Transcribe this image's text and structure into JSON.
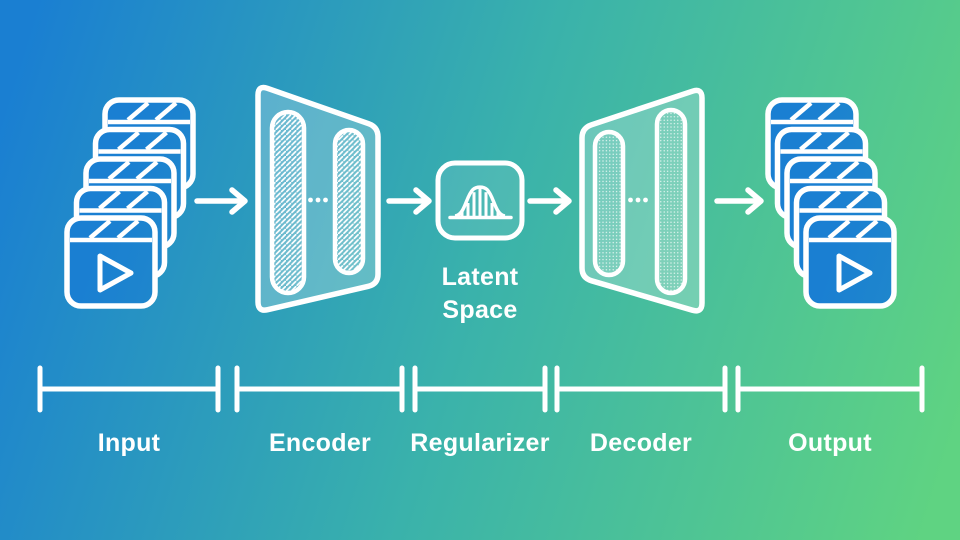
{
  "diagram": {
    "type": "autoencoder-flow-diagram",
    "stages": [
      {
        "id": "input",
        "icon": "video-clapperboard-stack-icon"
      },
      {
        "id": "encoder",
        "icon": "encoder-trapezoid-icon"
      },
      {
        "id": "latent-space",
        "icon": "gaussian-distribution-icon",
        "label_lines": [
          "Latent",
          "Space"
        ]
      },
      {
        "id": "decoder",
        "icon": "decoder-trapezoid-icon"
      },
      {
        "id": "output",
        "icon": "video-clapperboard-stack-icon"
      }
    ],
    "arrows": [
      {
        "from": "input",
        "to": "encoder"
      },
      {
        "from": "encoder",
        "to": "latent-space"
      },
      {
        "from": "latent-space",
        "to": "decoder"
      },
      {
        "from": "decoder",
        "to": "output"
      }
    ]
  },
  "ruler": {
    "segments": [
      {
        "label": "Input"
      },
      {
        "label": "Encoder"
      },
      {
        "label": "Regularizer"
      },
      {
        "label": "Decoder"
      },
      {
        "label": "Output"
      }
    ]
  },
  "colors": {
    "gradient_start": "#1a7fd2",
    "gradient_mid": "#3ab2ab",
    "gradient_end": "#5fd382",
    "line": "#ffffff"
  }
}
